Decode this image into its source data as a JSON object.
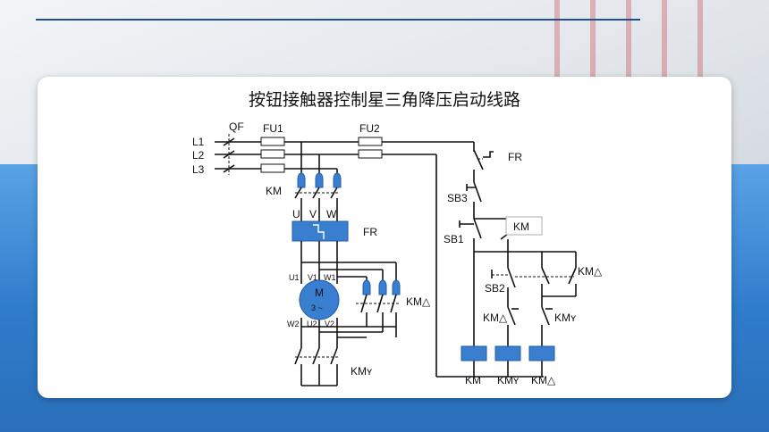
{
  "title": "按钮接触器控制星三角降压启动线路",
  "labels": {
    "qf": "QF",
    "fu1": "FU1",
    "fu2": "FU2",
    "l1": "L1",
    "l2": "L2",
    "l3": "L3",
    "km_main": "KM",
    "u": "U",
    "v": "V",
    "w": "W",
    "fr_relay": "FR",
    "u1": "U1",
    "v1": "V1",
    "w1": "W1",
    "w2": "W2",
    "u2": "U2",
    "v2": "V2",
    "motor_m": "M",
    "motor_3": "3 ~",
    "km_delta_main": "KM△",
    "km_y_main": "KMʏ",
    "fr_contact": "FR",
    "sb3": "SB3",
    "sb1": "SB1",
    "km_aux": "KM",
    "sb2": "SB2",
    "km_delta_aux": "KM△",
    "km_delta_nc": "KM△",
    "km_y_nc": "KMʏ",
    "coil_km": "KM",
    "coil_kmy": "KMʏ",
    "coil_kmd": "KM△"
  },
  "colors": {
    "accent": "#3a7ed0",
    "line": "#1f4f8f"
  }
}
